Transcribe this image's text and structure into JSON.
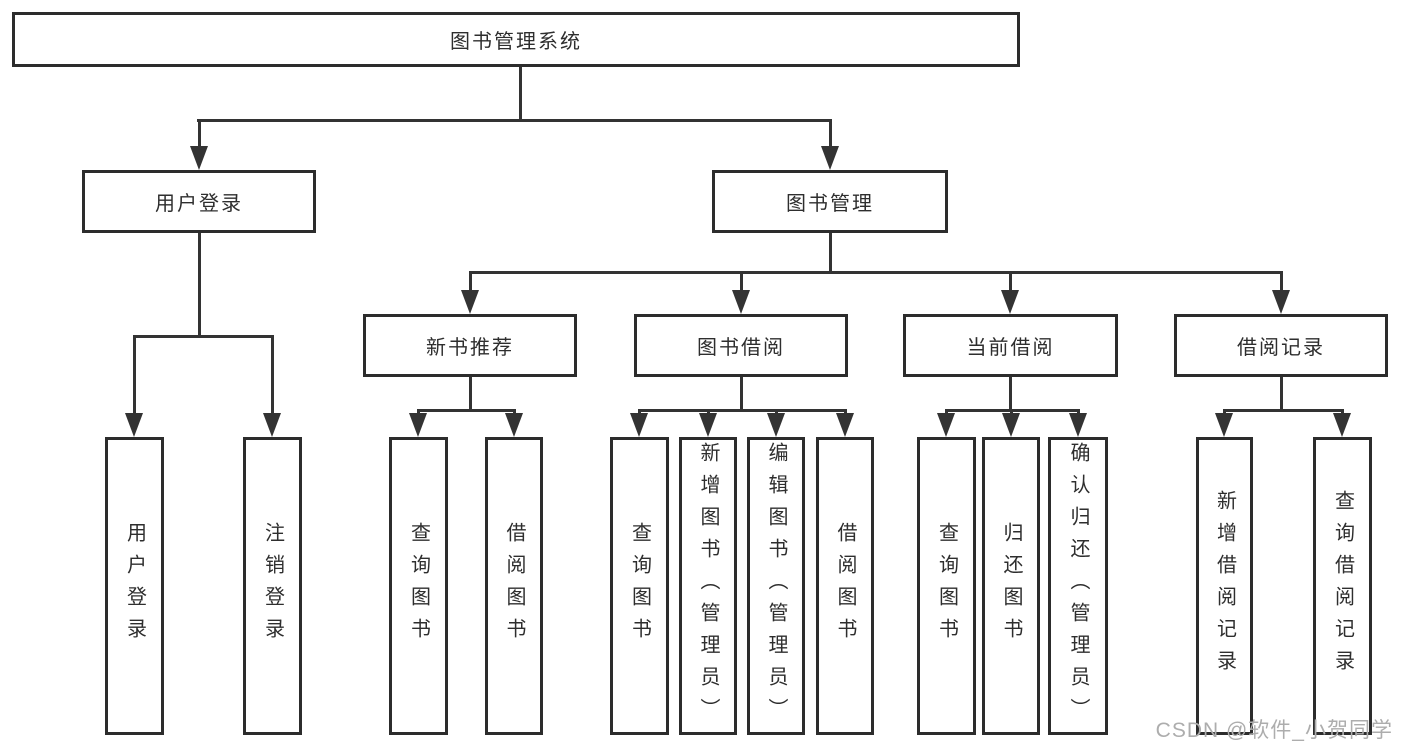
{
  "diagram": {
    "title_node": {
      "label": "图书管理系统"
    },
    "level2": [
      {
        "label": "用户登录"
      },
      {
        "label": "图书管理"
      }
    ],
    "level3": [
      {
        "label": "新书推荐"
      },
      {
        "label": "图书借阅"
      },
      {
        "label": "当前借阅"
      },
      {
        "label": "借阅记录"
      }
    ],
    "leaves": {
      "user_login": [
        "用户登录",
        "注销登录"
      ],
      "new_book_recommend": [
        "查询图书",
        "借阅图书"
      ],
      "book_borrow": [
        "查询图书",
        "新增图书（管理员）",
        "编辑图书（管理员）",
        "借阅图书"
      ],
      "current_borrow": [
        "查询图书",
        "归还图书",
        "确认归还（管理员）"
      ],
      "borrow_records": [
        "新增借阅记录",
        "查询借阅记录"
      ]
    },
    "watermark": "CSDN @软件_小贺同学",
    "colors": {
      "line": "#333333",
      "box_border": "#2c2c2c",
      "text": "#2e2e2e",
      "watermark": "#adadad",
      "background": "#ffffff"
    }
  }
}
